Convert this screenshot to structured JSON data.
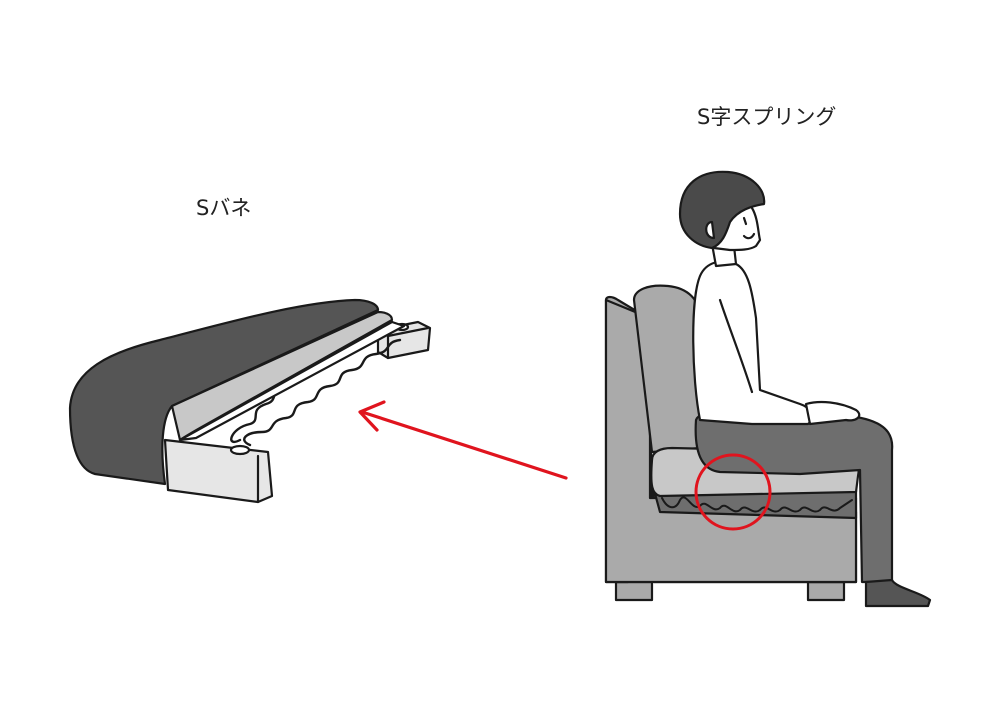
{
  "labels": {
    "left": "Sバネ",
    "right": "S字スプリング"
  },
  "colors": {
    "outline": "#1a1a1a",
    "cushion_dark": "#555555",
    "sofa_gray": "#aaaaaa",
    "seat_light": "#c8c8c8",
    "frame_light": "#e6e6e6",
    "arrow_red": "#e0141e",
    "pants": "#6e6e6e",
    "hair": "#4a4a4a"
  },
  "icons": {
    "left_object": "s-spring-cutaway",
    "right_object": "person-seated-on-sofa",
    "connector": "red-arrow",
    "highlight": "red-circle"
  }
}
